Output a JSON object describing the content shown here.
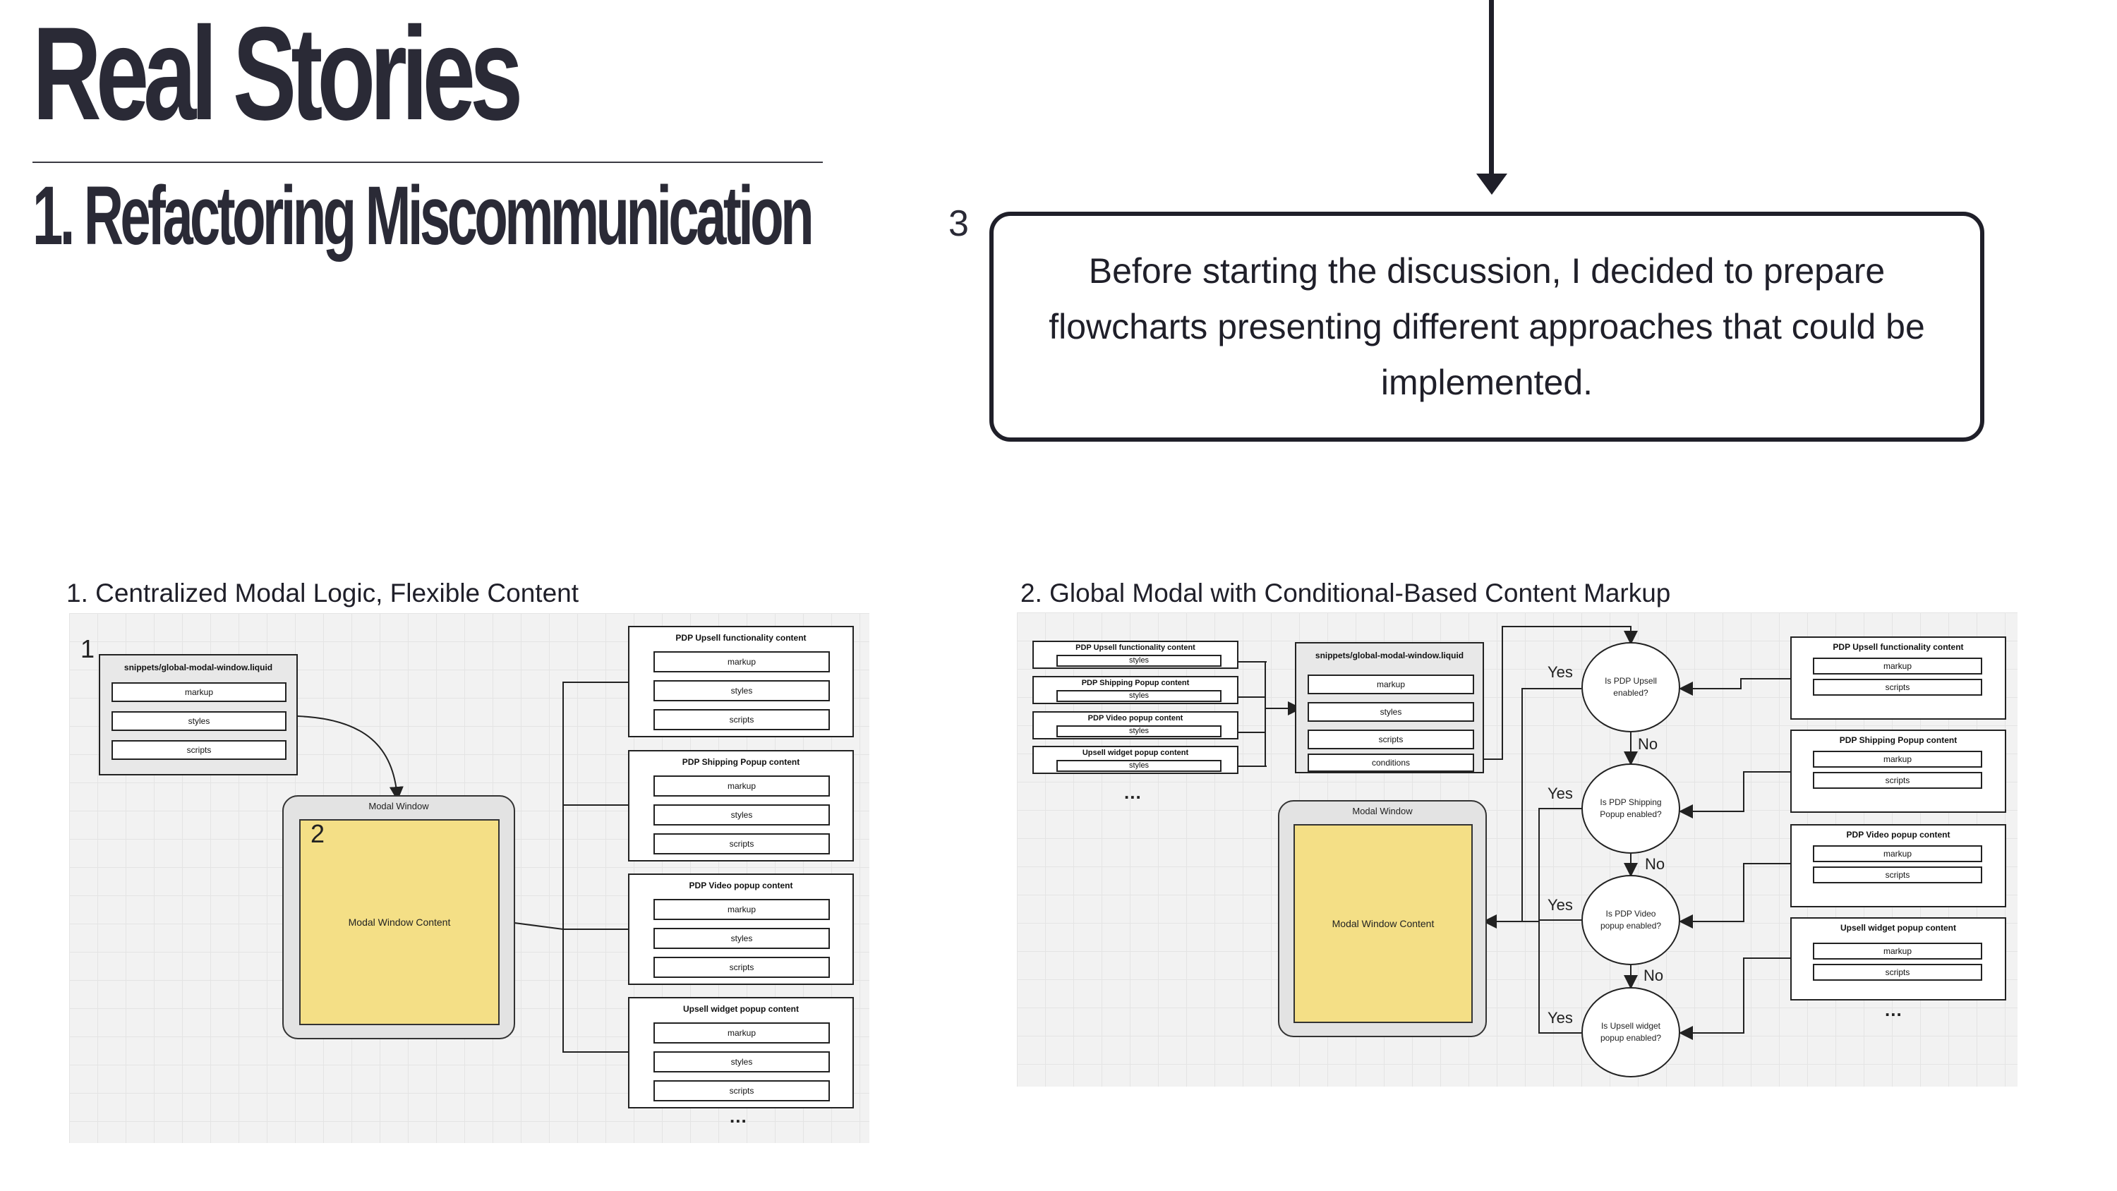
{
  "header": {
    "title": "Real Stories",
    "subtitle": "1. Refactoring Miscommunication"
  },
  "callout": {
    "step_number": "3",
    "text": "Before starting the discussion, I decided to prepare flowcharts presenting different approaches that could be implemented."
  },
  "diagram1": {
    "caption": "1. Centralized Modal Logic, Flexible Content",
    "number_1": "1",
    "number_2": "2",
    "snippet": {
      "title": "snippets/global-modal-window.liquid",
      "slots": [
        "markup",
        "styles",
        "scripts"
      ]
    },
    "modal": {
      "label": "Modal Window",
      "content": "Modal Window Content"
    },
    "content_boxes": [
      {
        "title": "PDP Upsell functionality content",
        "slots": [
          "markup",
          "styles",
          "scripts"
        ]
      },
      {
        "title": "PDP Shipping Popup content",
        "slots": [
          "markup",
          "styles",
          "scripts"
        ]
      },
      {
        "title": "PDP Video popup content",
        "slots": [
          "markup",
          "styles",
          "scripts"
        ]
      },
      {
        "title": "Upsell widget popup content",
        "slots": [
          "markup",
          "styles",
          "scripts"
        ]
      }
    ],
    "ellipsis": "..."
  },
  "diagram2": {
    "caption": "2. Global Modal with Conditional-Based Content Markup",
    "left_boxes": [
      {
        "title": "PDP Upsell functionality content",
        "slot": "styles"
      },
      {
        "title": "PDP Shipping Popup content",
        "slot": "styles"
      },
      {
        "title": "PDP Video popup content",
        "slot": "styles"
      },
      {
        "title": "Upsell widget popup content",
        "slot": "styles"
      }
    ],
    "left_ellipsis": "...",
    "snippet": {
      "title": "snippets/global-modal-window.liquid",
      "slots": [
        "markup",
        "styles",
        "scripts",
        "conditions"
      ]
    },
    "modal": {
      "label": "Modal Window",
      "content": "Modal Window Content"
    },
    "decisions": [
      "Is PDP Upsell enabled?",
      "Is PDP Shipping Popup enabled?",
      "Is PDP Video popup enabled?",
      "Is Upsell widget popup enabled?"
    ],
    "yes_label": "Yes",
    "no_label": "No",
    "right_boxes": [
      {
        "title": "PDP Upsell functionality content",
        "slots": [
          "markup",
          "scripts"
        ]
      },
      {
        "title": "PDP Shipping Popup content",
        "slots": [
          "markup",
          "scripts"
        ]
      },
      {
        "title": "PDP Video popup content",
        "slots": [
          "markup",
          "scripts"
        ]
      },
      {
        "title": "Upsell widget popup content",
        "slots": [
          "markup",
          "scripts"
        ]
      }
    ],
    "right_ellipsis": "..."
  }
}
